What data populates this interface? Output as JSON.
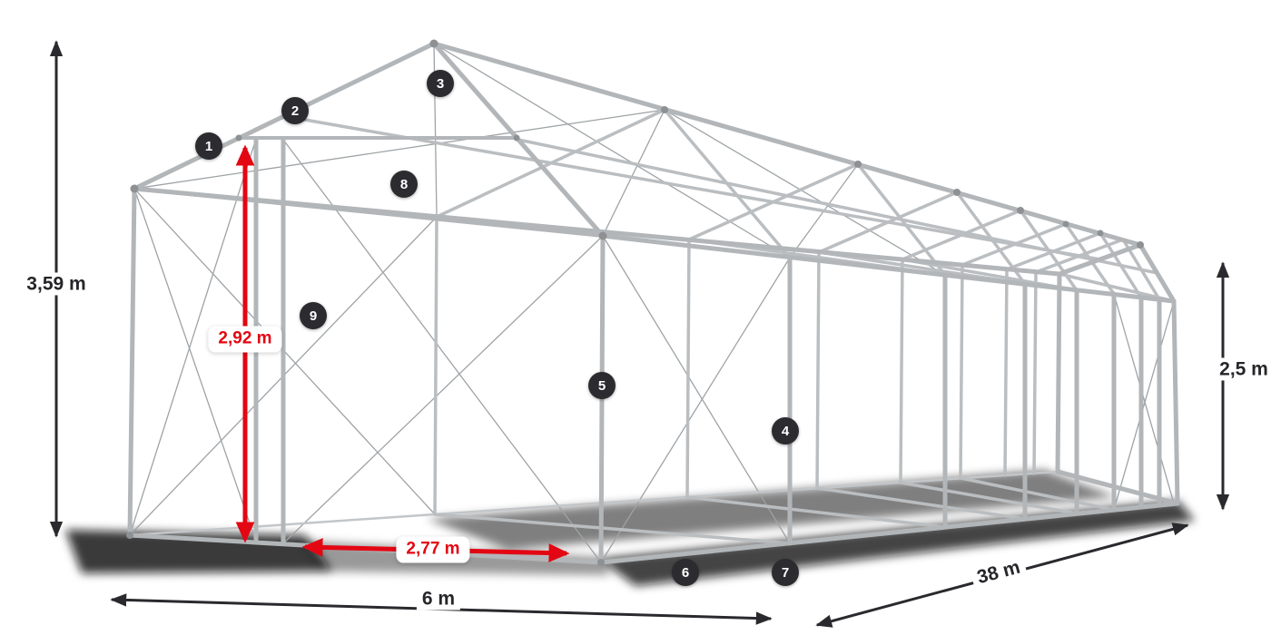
{
  "diagram": {
    "title": "tent-frame-dimension-diagram",
    "dimensions": {
      "total_height": "3,59 m",
      "passage_height": "2,92 m",
      "passage_width": "2,77 m",
      "side_height": "2,5 m",
      "width": "6 m",
      "length": "38 m"
    },
    "part_badges": [
      "1",
      "2",
      "3",
      "4",
      "5",
      "6",
      "7",
      "8",
      "9"
    ],
    "colors": {
      "dimension_red": "#e30613",
      "dimension_black": "#2a2a2e",
      "badge_background": "#2b2b30",
      "frame_gray": "#b2b6b9"
    }
  }
}
